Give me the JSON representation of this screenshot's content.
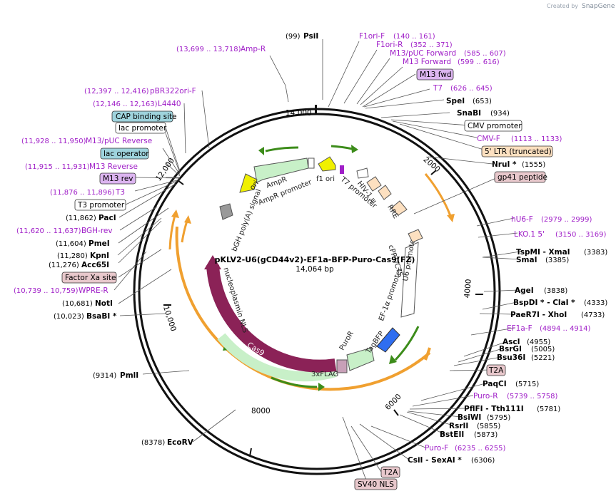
{
  "plasmid": {
    "name": "pKLV2-U6(gCD44v2)-EF1a-BFP-Puro-Cas9(FZ)",
    "length_label": "14,064 bp"
  },
  "watermark": {
    "created_by": "Created by",
    "brand": "SnapGene"
  },
  "ruler_ticks": [
    "14,000",
    "2000",
    "4000",
    "6000",
    "8000",
    "10,000",
    "12,000"
  ],
  "left_labels": [
    {
      "name": "Amp-R",
      "range": "(13,699 .. 13,718)",
      "kind": "primer"
    },
    {
      "name": "pBR322ori-F",
      "range": "(12,397 .. 12,416)",
      "kind": "primer"
    },
    {
      "name": "L4440",
      "range": "(12,146 .. 12,163)",
      "kind": "primer"
    },
    {
      "name": "CAP binding site",
      "kind": "badge-teal"
    },
    {
      "name": "lac promoter",
      "kind": "badge-white"
    },
    {
      "name": "M13/pUC Reverse",
      "range": "(11,928 .. 11,950)",
      "kind": "primer"
    },
    {
      "name": "lac operator",
      "kind": "badge-teal"
    },
    {
      "name": "M13 Reverse",
      "range": "(11,915 .. 11,931)",
      "kind": "primer"
    },
    {
      "name": "M13 rev",
      "kind": "badge-purple"
    },
    {
      "name": "T3",
      "range": "(11,876 .. 11,896)",
      "kind": "primer"
    },
    {
      "name": "T3 promoter",
      "kind": "badge-white"
    },
    {
      "name": "PacI",
      "range": "(11,862)",
      "kind": "enzyme"
    },
    {
      "name": "BGH-rev",
      "range": "(11,620 .. 11,637)",
      "kind": "primer"
    },
    {
      "name": "PmeI",
      "range": "(11,604)",
      "kind": "enzyme"
    },
    {
      "name": "KpnI",
      "range": "(11,280)",
      "kind": "enzyme"
    },
    {
      "name": "Acc65I",
      "range": "(11,276)",
      "kind": "enzyme"
    },
    {
      "name": "Factor Xa site",
      "kind": "badge-pink"
    },
    {
      "name": "WPRE-R",
      "range": "(10,739 .. 10,759)",
      "kind": "primer"
    },
    {
      "name": "NotI",
      "range": "(10,681)",
      "kind": "enzyme"
    },
    {
      "name": "BsaBI *",
      "range": "(10,023)",
      "kind": "enzyme"
    },
    {
      "name": "PmlI",
      "range": "(9314)",
      "kind": "enzyme"
    },
    {
      "name": "EcoRV",
      "range": "(8378)",
      "kind": "enzyme"
    }
  ],
  "top_labels": [
    {
      "name": "PsiI",
      "range": "(99)",
      "kind": "enzyme"
    },
    {
      "name": "F1ori-F",
      "range": "(140 .. 161)",
      "kind": "primer"
    },
    {
      "name": "F1ori-R",
      "range": "(352 .. 371)",
      "kind": "primer"
    },
    {
      "name": "M13/pUC Forward",
      "range": "(585 .. 607)",
      "kind": "primer"
    },
    {
      "name": "M13 Forward",
      "range": "(599 .. 616)",
      "kind": "primer"
    },
    {
      "name": "M13 fwd",
      "kind": "badge-purple"
    },
    {
      "name": "T7",
      "range": "(626 .. 645)",
      "kind": "primer"
    },
    {
      "name": "SpeI",
      "range": "(653)",
      "kind": "enzyme"
    },
    {
      "name": "SnaBI",
      "range": "(934)",
      "kind": "enzyme"
    },
    {
      "name": "CMV promoter",
      "kind": "badge-white"
    },
    {
      "name": "CMV-F",
      "range": "(1113 .. 1133)",
      "kind": "primer"
    },
    {
      "name": "5' LTR (truncated)",
      "kind": "badge-orange"
    },
    {
      "name": "NruI *",
      "range": "(1555)",
      "kind": "enzyme"
    },
    {
      "name": "gp41 peptide",
      "kind": "badge-pink"
    }
  ],
  "right_labels": [
    {
      "name": "hU6-F",
      "range": "(2979 .. 2999)",
      "kind": "primer"
    },
    {
      "name": "LKO.1 5'",
      "range": "(3150 .. 3169)",
      "kind": "primer"
    },
    {
      "name": "TspMI - XmaI",
      "range": "(3383)",
      "kind": "enzyme"
    },
    {
      "name": "SmaI",
      "range": "(3385)",
      "kind": "enzyme"
    },
    {
      "name": "AgeI",
      "range": "(3838)",
      "kind": "enzyme"
    },
    {
      "name": "BspDI * - ClaI *",
      "range": "(4333)",
      "kind": "enzyme"
    },
    {
      "name": "PaeR7I - XhoI",
      "range": "(4733)",
      "kind": "enzyme"
    },
    {
      "name": "EF1a-F",
      "range": "(4894 .. 4914)",
      "kind": "primer"
    },
    {
      "name": "AscI",
      "range": "(4955)",
      "kind": "enzyme"
    },
    {
      "name": "BsrGI",
      "range": "(5005)",
      "kind": "enzyme"
    },
    {
      "name": "Bsu36I",
      "range": "(5221)",
      "kind": "enzyme"
    },
    {
      "name": "T2A",
      "kind": "badge-pink"
    },
    {
      "name": "PaqCI",
      "range": "(5715)",
      "kind": "enzyme"
    },
    {
      "name": "Puro-R",
      "range": "(5739 .. 5758)",
      "kind": "primer"
    },
    {
      "name": "PflFI - Tth111I",
      "range": "(5781)",
      "kind": "enzyme"
    },
    {
      "name": "BsiWI",
      "range": "(5795)",
      "kind": "enzyme"
    },
    {
      "name": "RsrII",
      "range": "(5855)",
      "kind": "enzyme"
    },
    {
      "name": "BstEII",
      "range": "(5873)",
      "kind": "enzyme"
    },
    {
      "name": "Puro-F",
      "range": "(6235 .. 6255)",
      "kind": "primer"
    },
    {
      "name": "CsiI - SexAI *",
      "range": "(6306)",
      "kind": "enzyme"
    },
    {
      "name": "T2A",
      "kind": "badge-pink"
    },
    {
      "name": "SV40 NLS",
      "kind": "badge-pink"
    }
  ],
  "inner_features": {
    "ori": "ori",
    "ampr": "AmpR",
    "ampr_promoter": "AmpR promoter",
    "f1_ori": "f1 ori",
    "t7_promoter": "T7 promoter",
    "hiv_psi": "HIV-1 ψ",
    "rre": "RRE",
    "cppt": "cPPT/CTS",
    "u6_promoter": "U6 promoter",
    "ef1a_promoter": "EF-1α promoter",
    "tagbfp": "TagBFP",
    "puror": "PuroR",
    "flag": "3xFLAG",
    "cas9": "Cas9",
    "nls": "nucleoplasmin NLS",
    "bgh": "bGH poly(A) signal"
  },
  "colors": {
    "primer": "#a020c8",
    "enzyme": "#000000",
    "teal_badge": "#9ed3dc",
    "purple_badge": "#dcb5f0",
    "pink_badge": "#e8c8cc",
    "orange_badge": "#fde0c0",
    "cas9": "#8b2257",
    "tagbfp": "#2f6ef0",
    "puror": "#c8f0c8",
    "ori": "#f0f000",
    "orange_arc": "#f0a030",
    "green_arrow": "#3c8c1a"
  }
}
